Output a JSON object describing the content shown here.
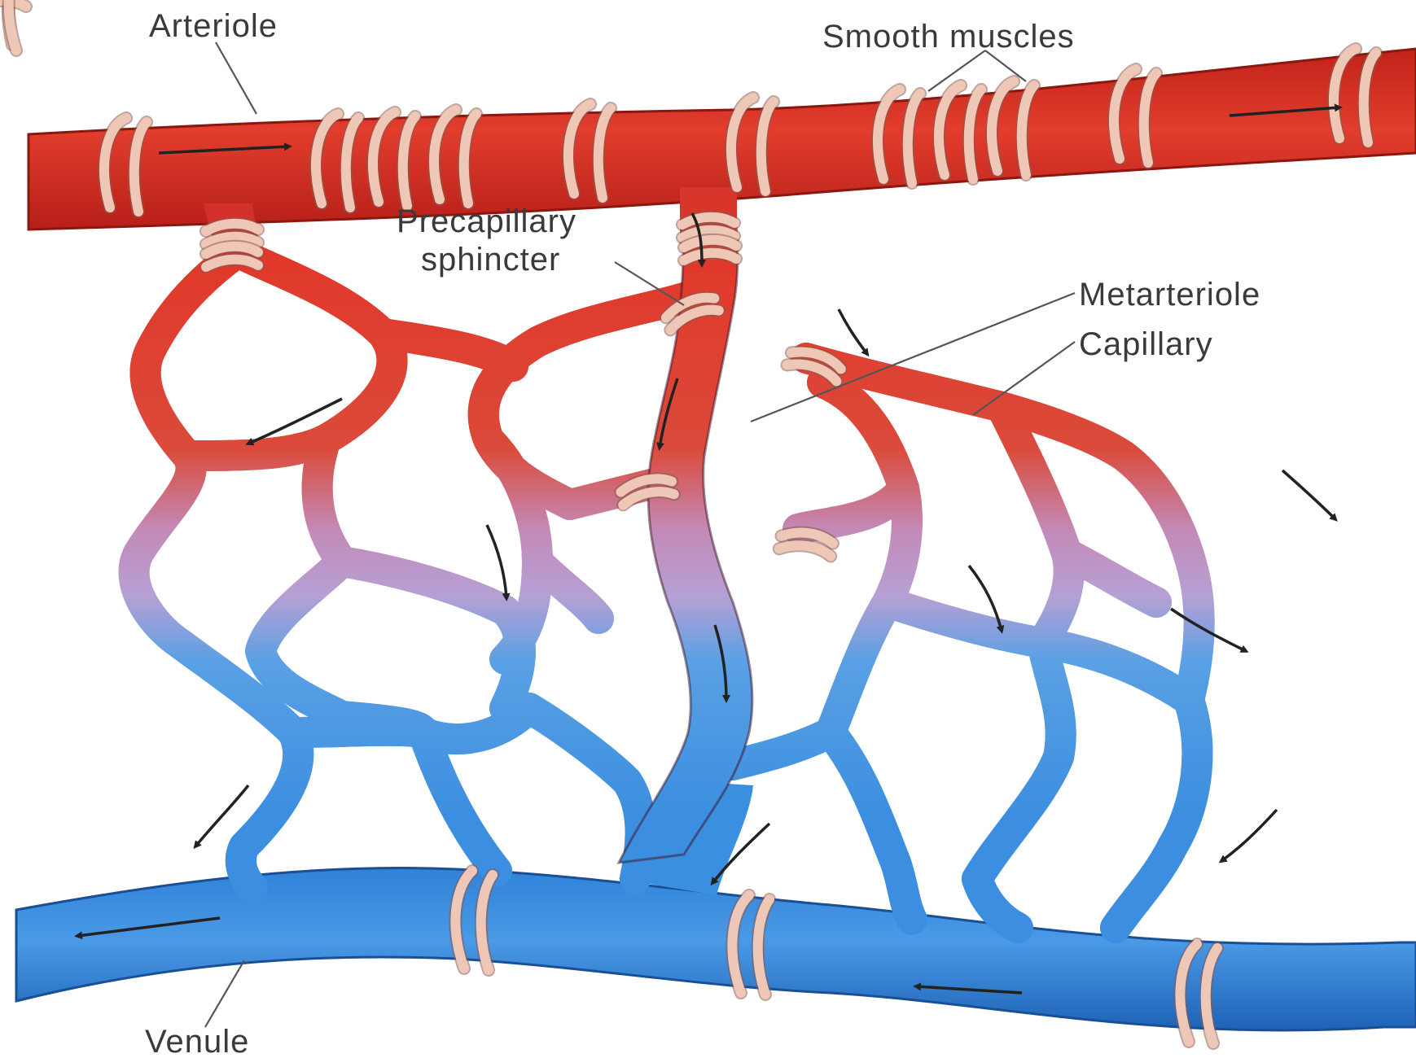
{
  "labels": {
    "arteriole": "Arteriole",
    "smooth_muscles": "Smooth muscles",
    "precapillary_line1": "Precapillary",
    "precapillary_line2": "sphincter",
    "metarteriole": "Metarteriole",
    "capillary": "Capillary",
    "venule": "Venule"
  },
  "colors": {
    "arterial": "#d8322a",
    "arterial_dark": "#a81e18",
    "transition": "#b89ad0",
    "venous": "#3a8ee0",
    "venous_dark": "#1f63b8",
    "smooth_muscle": "#efc7b6"
  }
}
